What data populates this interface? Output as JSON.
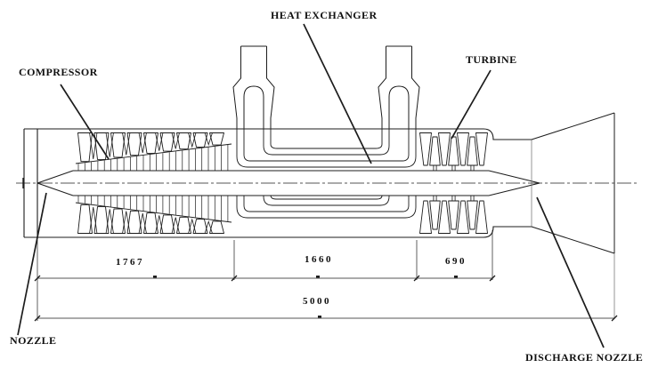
{
  "diagram": {
    "labels": {
      "heat_exchanger": "HEAT EXCHANGER",
      "compressor": "COMPRESSOR",
      "turbine": "TURBINE",
      "nozzle": "NOZZLE",
      "discharge_nozzle": "DISCHARGE NOZZLE"
    },
    "dimensions": {
      "compressor_section": "1767",
      "heat_exchanger_section": "1660",
      "turbine_section": "690",
      "overall_length": "5000"
    },
    "colors": {
      "line": "#1c1c1c",
      "thin_line": "#6a6a6a",
      "text": "#101010",
      "background": "#ffffff"
    }
  }
}
